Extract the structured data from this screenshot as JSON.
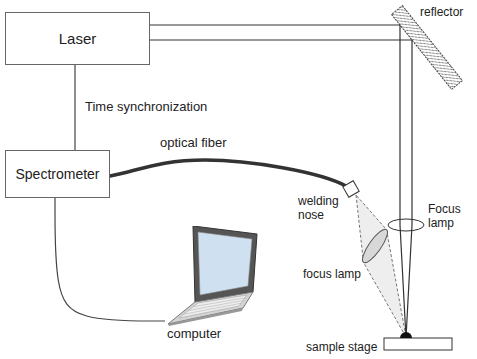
{
  "diagram": {
    "nodes": [
      {
        "text": [
          "Laser"
        ]
      },
      {
        "text": [
          "Spectrometer"
        ]
      },
      {
        "text": [
          "computer"
        ]
      }
    ],
    "edges": [
      {
        "from": 0,
        "to": 1,
        "arrow": "none",
        "label": "Time synchronization"
      },
      {
        "from": 1,
        "to": 2,
        "arrow": "none"
      }
    ],
    "labels": [
      "reflector",
      "Focus lamp",
      "optical fiber",
      "welding nose",
      "focus lamp",
      "sample stage"
    ]
  }
}
